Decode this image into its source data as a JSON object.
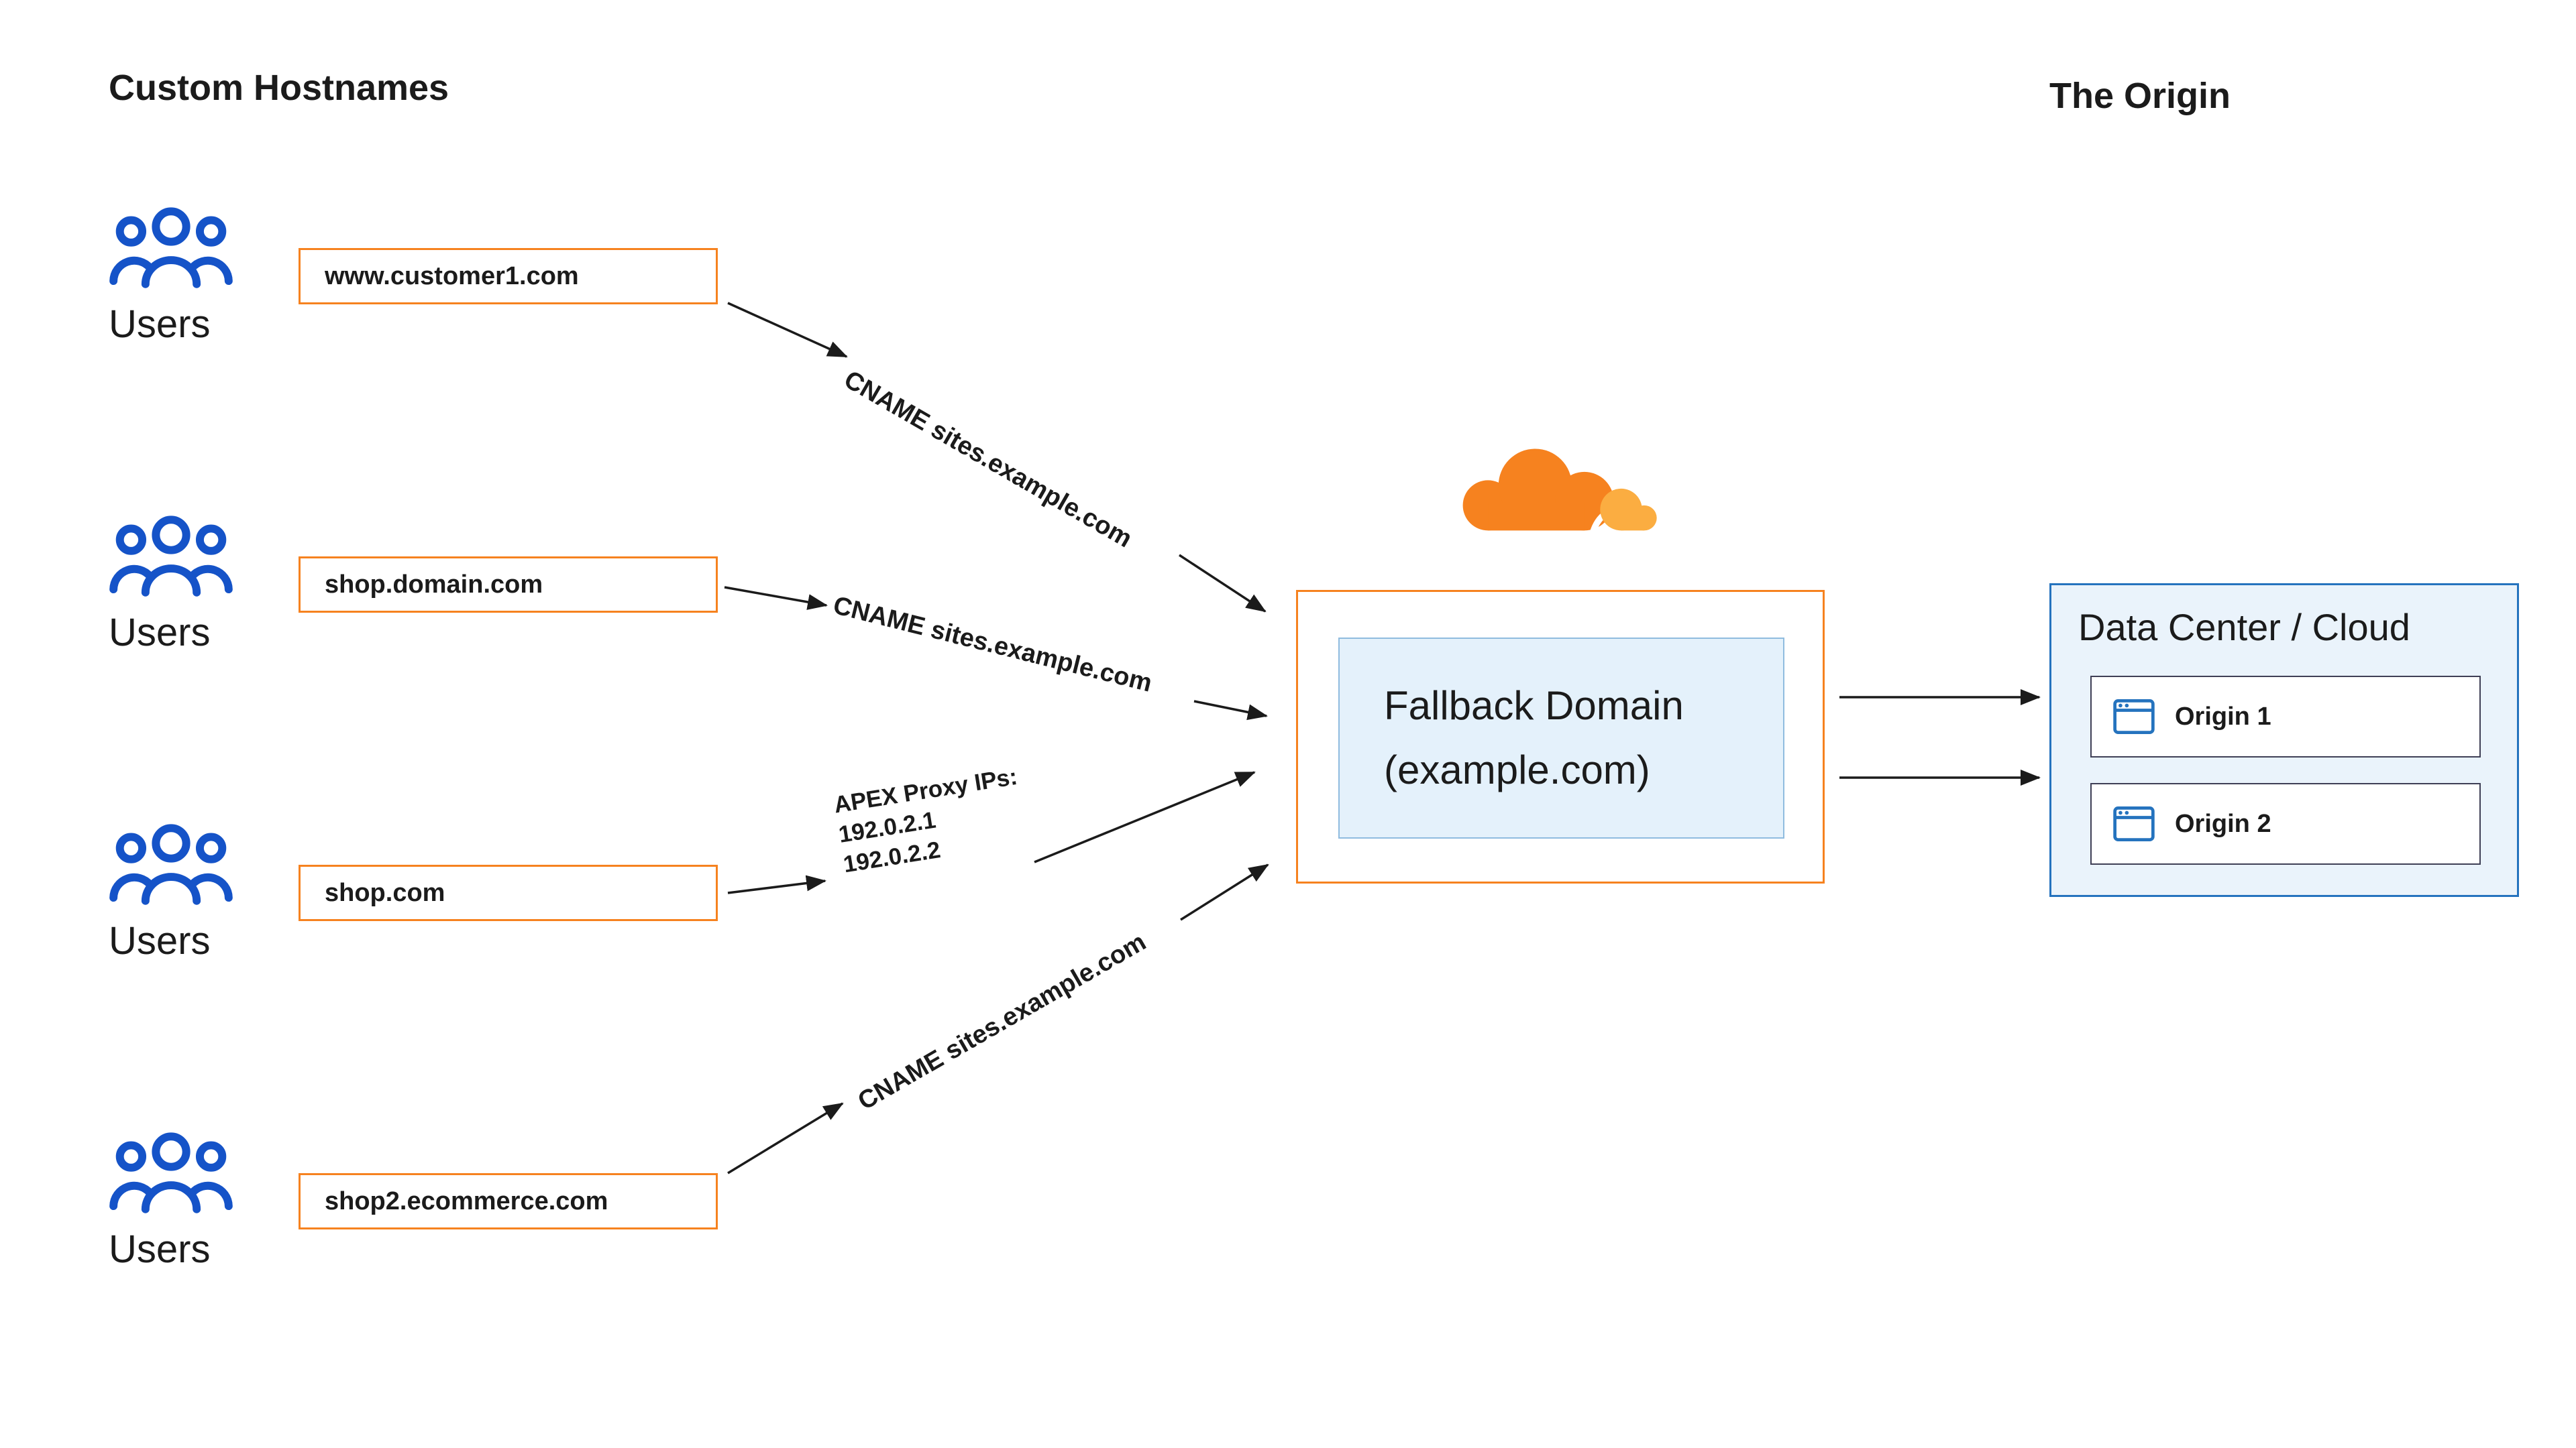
{
  "headings": {
    "custom_hostnames": "Custom Hostnames",
    "the_origin": "The Origin"
  },
  "groups": [
    {
      "users_label": "Users",
      "hostname": "www.customer1.com"
    },
    {
      "users_label": "Users",
      "hostname": "shop.domain.com"
    },
    {
      "users_label": "Users",
      "hostname": "shop.com"
    },
    {
      "users_label": "Users",
      "hostname": "shop2.ecommerce.com"
    }
  ],
  "connections": {
    "cname1": "CNAME sites.example.com",
    "cname2": "CNAME sites.example.com",
    "apex": {
      "line1": "APEX Proxy IPs:",
      "line2": "192.0.2.1",
      "line3": "192.0.2.2"
    },
    "cname3": "CNAME sites.example.com"
  },
  "fallback_domain": {
    "line1": "Fallback Domain",
    "line2": "(example.com)"
  },
  "origin_panel": {
    "title": "Data Center / Cloud",
    "origins": [
      "Origin 1",
      "Origin 2"
    ]
  },
  "icons": {
    "users": "users-group-icon",
    "origin_window": "browser-window-icon",
    "cloudflare": "cloudflare-cloud-logo"
  },
  "colors": {
    "orange": "#F6821F",
    "orange_light": "#FBAD41",
    "users_blue": "#1553C8",
    "dc_border": "#2573BE",
    "dc_bg": "#EAF3FB",
    "fallback_bg": "#E4F1FB",
    "fallback_border": "#8FBCDF",
    "origin_border": "#3F3F56",
    "line": "#1B1B1B"
  }
}
